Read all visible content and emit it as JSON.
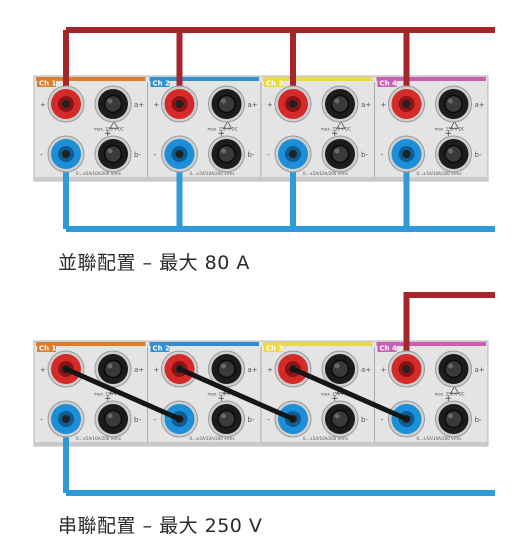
{
  "parallel": {
    "caption": "並聯配置 – 最大 80 A",
    "channels": [
      {
        "label": "Ch 1",
        "color": "#e07b2a",
        "spec_top": "max. 250 V DC",
        "spec_bottom": "0…±5A/10A/200 Vrms"
      },
      {
        "label": "Ch 2",
        "color": "#2f8fd1",
        "spec_top": "max. 250 V DC",
        "spec_bottom": "0…±5A/10A/200 Vrms"
      },
      {
        "label": "Ch 3",
        "color": "#e8d84a",
        "spec_top": "max. 250 V DC",
        "spec_bottom": "0…±5A/10A/200 Vrms"
      },
      {
        "label": "Ch 4",
        "color": "#cc5db3",
        "spec_top": "max. 250 V DC",
        "spec_bottom": "0…±5A/10A/200 Vrms"
      }
    ]
  },
  "series": {
    "caption": "串聯配置 – 最大 250 V",
    "channels": [
      {
        "label": "Ch 1",
        "color": "#e07b2a",
        "spec_top": "max. 250 V DC",
        "spec_bottom": "0…±5A/10A/200 Vrms"
      },
      {
        "label": "Ch 2",
        "color": "#2f8fd1",
        "spec_top": "max. 250 V DC",
        "spec_bottom": "0…±5A/10A/200 Vrms"
      },
      {
        "label": "Ch 3",
        "color": "#e8d84a",
        "spec_top": "max. 250 V DC",
        "spec_bottom": "0…±5A/10A/200 Vrms"
      },
      {
        "label": "Ch 4",
        "color": "#cc5db3",
        "spec_top": "max. 250 V DC",
        "spec_bottom": "0…±5A/10A/200 Vrms"
      }
    ]
  },
  "colors": {
    "positive_wire": "#a3262b",
    "negative_wire": "#2f9ad8",
    "link_wire": "#151515",
    "panel": "#e4e4e4",
    "terminal_red": "#d42a2a",
    "terminal_blue": "#1d8fd8",
    "terminal_black": "#1c1c1c"
  }
}
